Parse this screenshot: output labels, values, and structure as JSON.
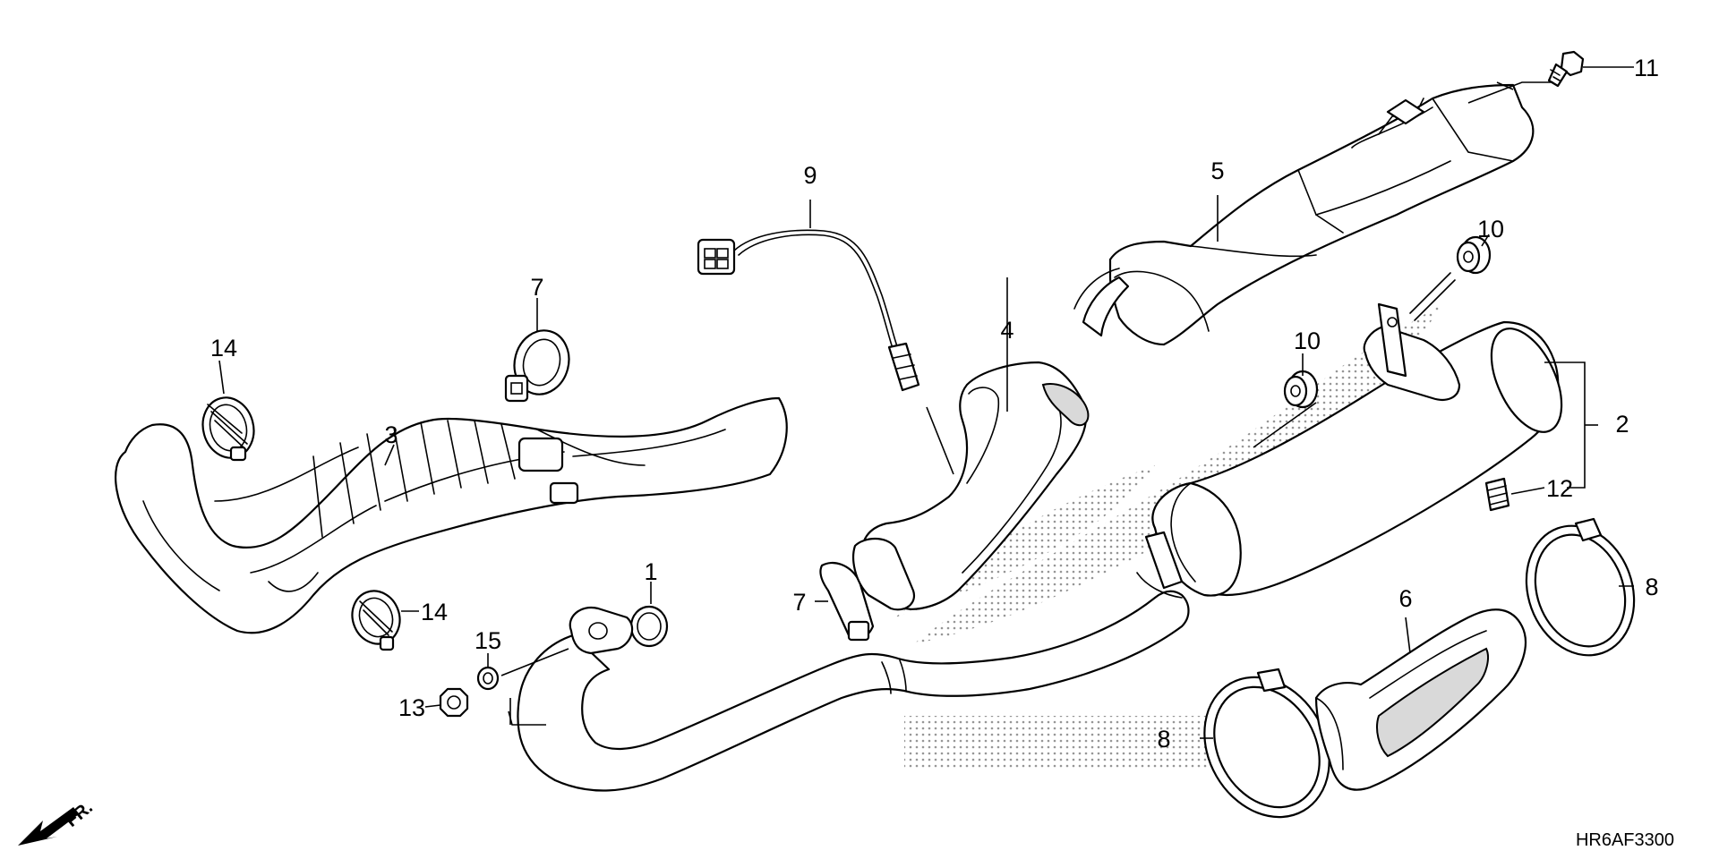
{
  "diagram": {
    "code": "HR6AF3300",
    "direction_label": "FR.",
    "watermark_icon": "honda-wing-logo-icon",
    "direction_icon": "front-arrow-icon",
    "callouts": {
      "c1": "1",
      "c2": "2",
      "c3": "3",
      "c4": "4",
      "c5": "5",
      "c6": "6",
      "c7a": "7",
      "c7b": "7",
      "c8a": "8",
      "c8b": "8",
      "c9": "9",
      "c10a": "10",
      "c10b": "10",
      "c11": "11",
      "c12": "12",
      "c13": "13",
      "c14a": "14",
      "c14b": "14",
      "c15": "15"
    }
  }
}
